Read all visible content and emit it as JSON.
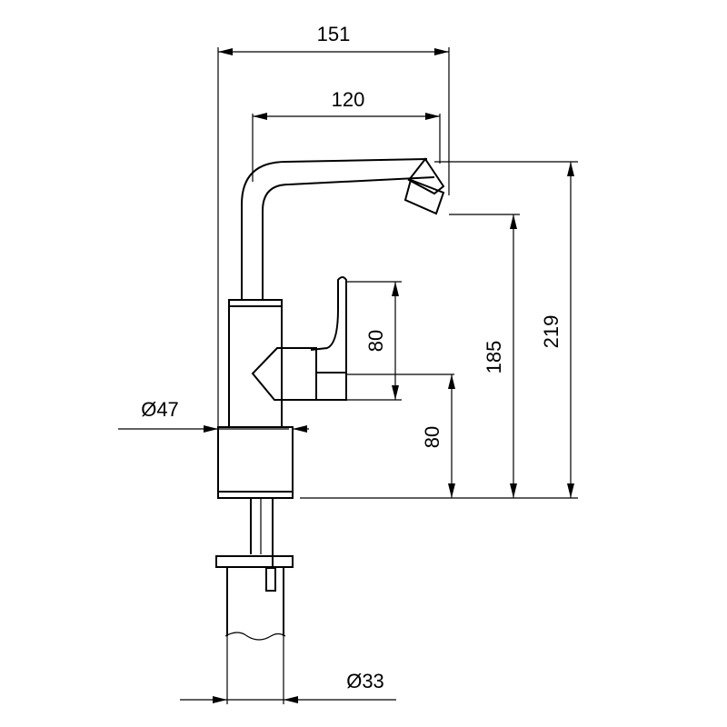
{
  "dimensions": {
    "overall_width": "151",
    "spout_reach": "120",
    "overall_height": "219",
    "spout_outlet_height": "185",
    "lever_height": "80",
    "body_height": "80",
    "base_diameter": "Ø47",
    "shank_diameter": "Ø33"
  },
  "colors": {
    "line": "#000000",
    "background": "#ffffff"
  }
}
